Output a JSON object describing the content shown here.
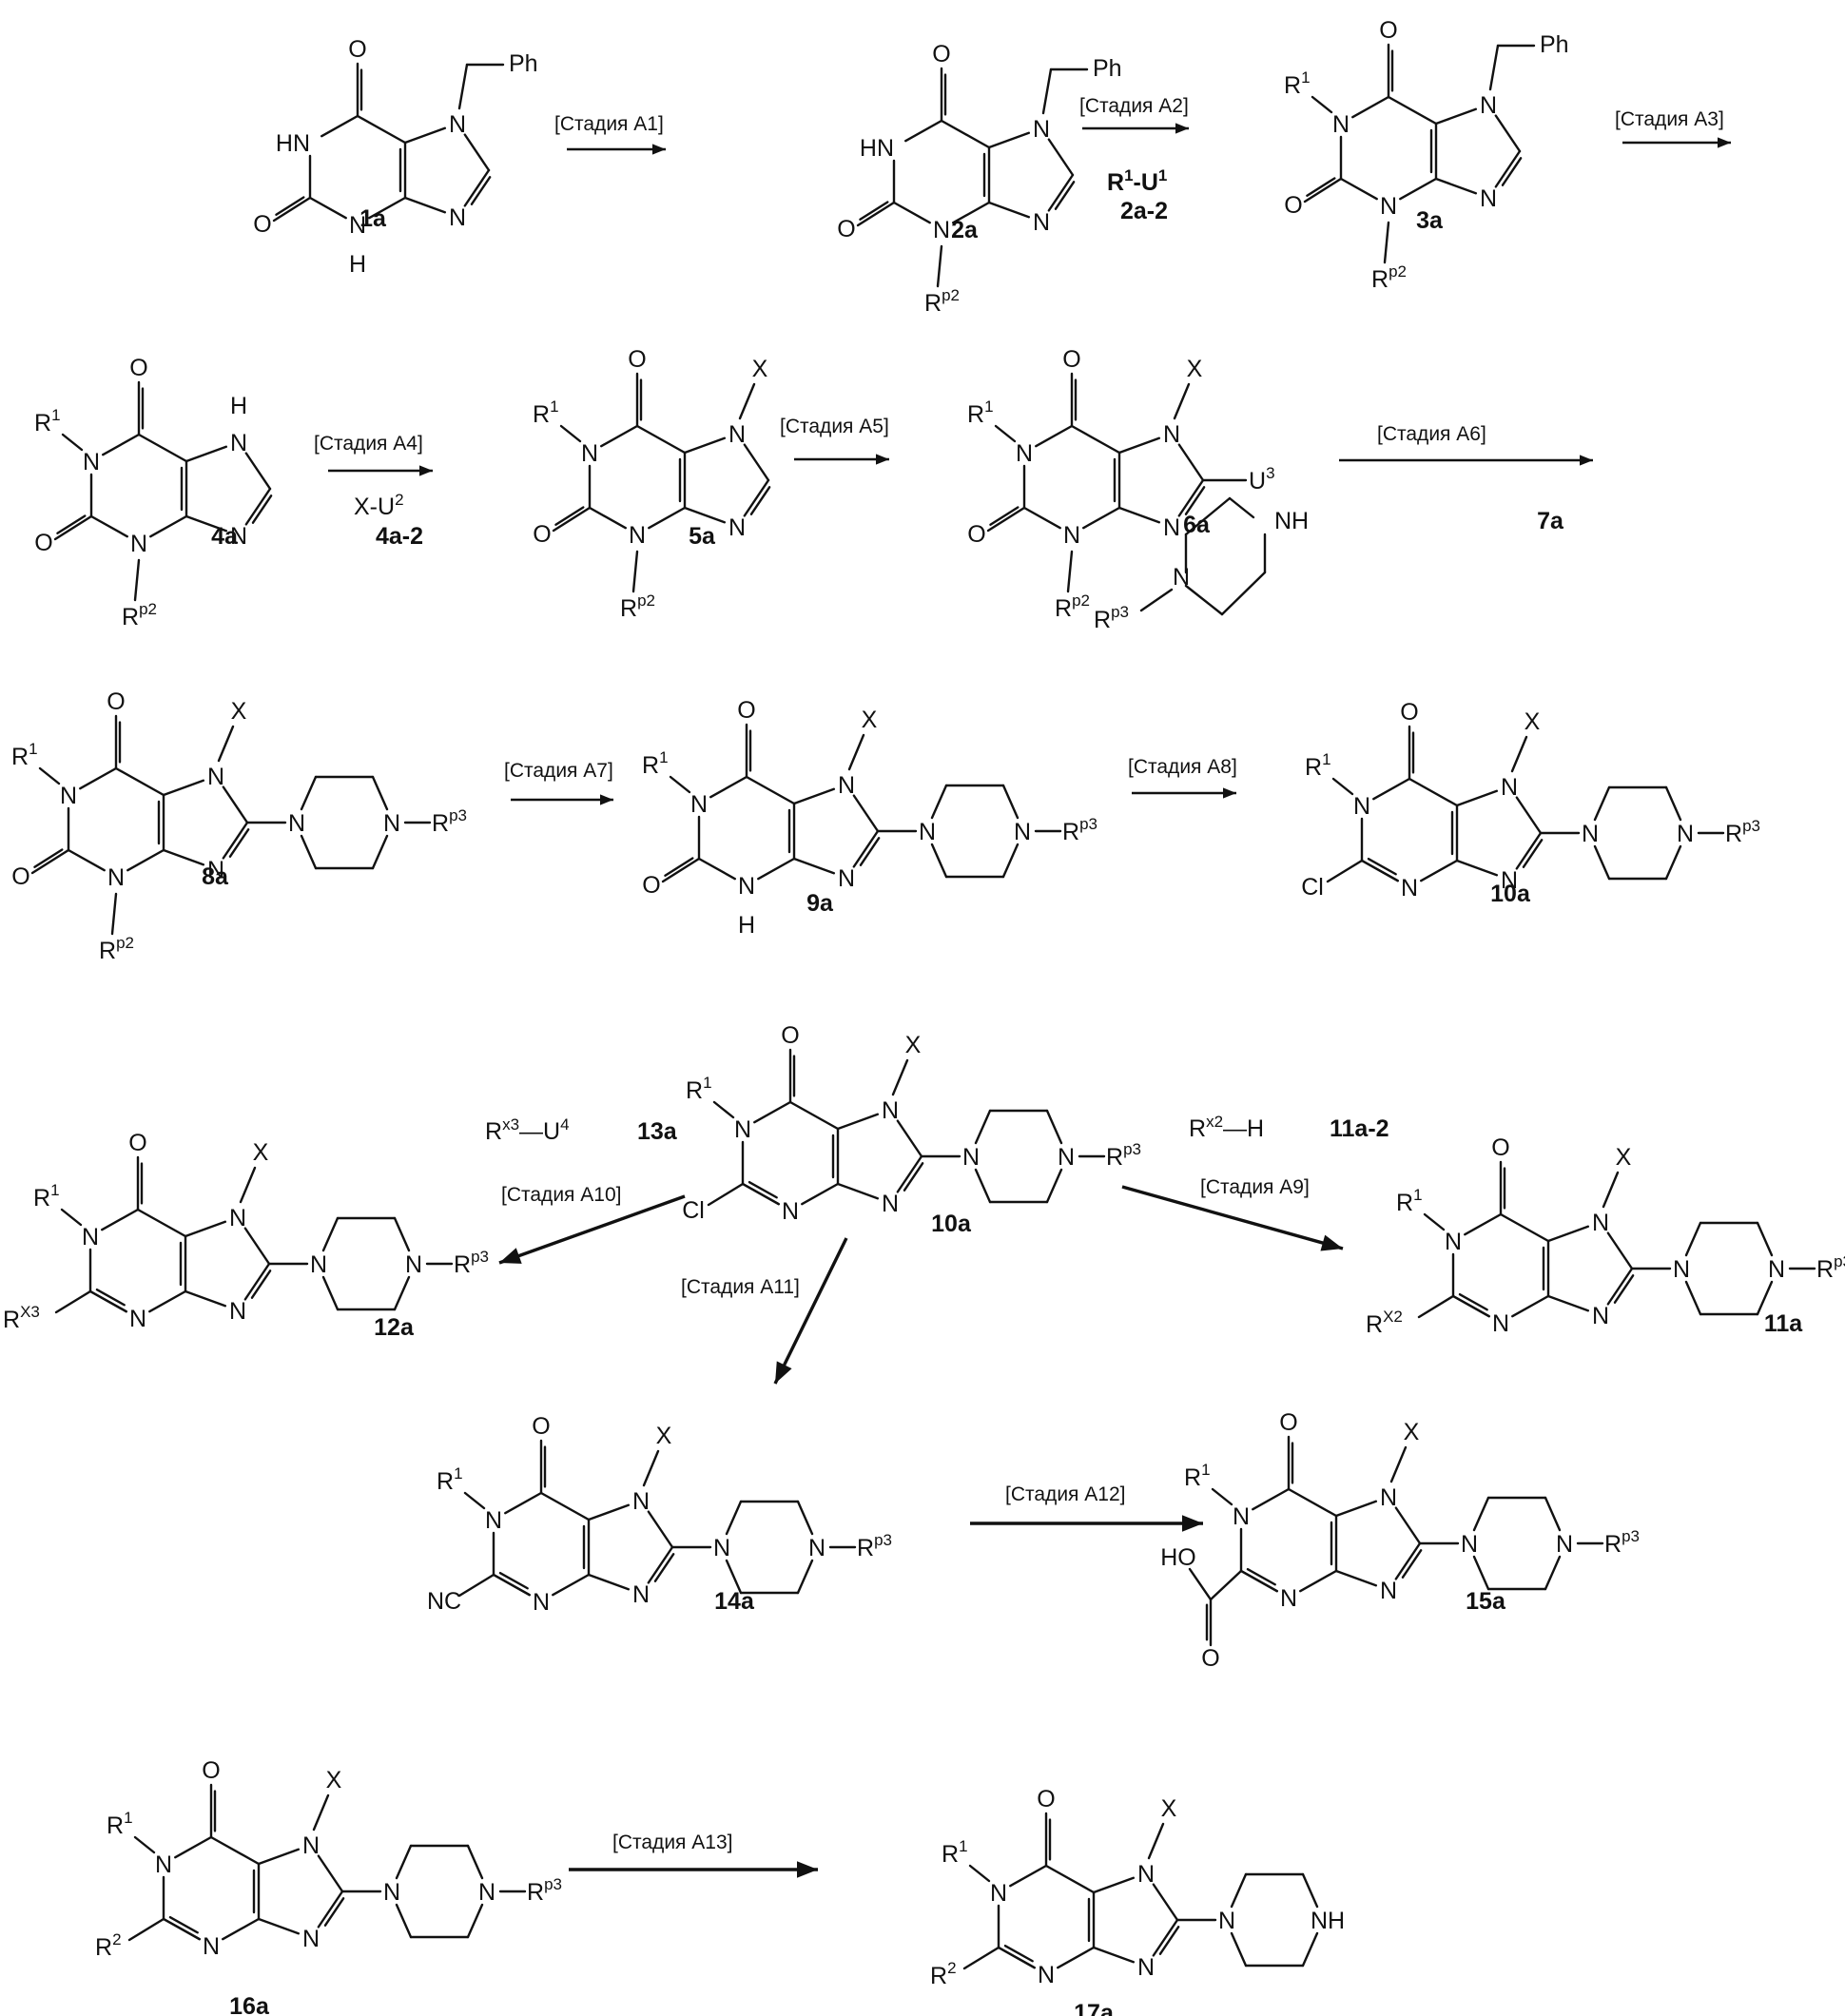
{
  "title": "Reaction scheme A (stages A1–A13)",
  "colors": {
    "ink": "#111111",
    "background": "#ffffff"
  },
  "compounds": {
    "1a": {
      "label": "1a",
      "n1": "HN",
      "n3": "H",
      "c2": "O",
      "c6": "O",
      "n7": "Ph-CH2",
      "c8": "",
      "r_left": "",
      "sub8": "none"
    },
    "2a": {
      "label": "2a",
      "n1": "HN",
      "n3": "Rp2",
      "c2": "O",
      "n7": "Ph-CH2",
      "sub8": "none"
    },
    "3a": {
      "label": "3a",
      "n1": "R1",
      "n3": "Rp2",
      "c2": "O",
      "n7": "Ph-CH2",
      "sub8": "none"
    },
    "4a": {
      "label": "4a",
      "n1": "R1",
      "n3": "Rp2",
      "c2": "O",
      "n7": "H",
      "sub8": "none"
    },
    "5a": {
      "label": "5a",
      "n1": "R1",
      "n3": "Rp2",
      "c2": "O",
      "n7": "X",
      "sub8": "none"
    },
    "6a": {
      "label": "6a",
      "n1": "R1",
      "n3": "Rp2",
      "c2": "O",
      "n7": "X",
      "sub8": "U3"
    },
    "8a": {
      "label": "8a",
      "n1": "R1",
      "n3": "Rp2",
      "c2": "O",
      "n7": "X",
      "sub8": "pip-Rp3"
    },
    "9a": {
      "label": "9a",
      "n1": "R1",
      "n3": "H",
      "c2": "O",
      "n7": "X",
      "sub8": "pip-Rp3"
    },
    "10a": {
      "label": "10a",
      "n1": "R1",
      "c2": "Cl",
      "n7": "X",
      "sub8": "pip-Rp3"
    },
    "11a": {
      "label": "11a",
      "n1": "R1",
      "c2": "Rx2",
      "n7": "X",
      "sub8": "pip-Rp3"
    },
    "12a": {
      "label": "12a",
      "n1": "R1",
      "c2": "Rx3",
      "n7": "X",
      "sub8": "pip-Rp3"
    },
    "14a": {
      "label": "14a",
      "n1": "R1",
      "c2": "NC",
      "n7": "X",
      "sub8": "pip-Rp3"
    },
    "15a": {
      "label": "15a",
      "n1": "R1",
      "c2": "COOH",
      "n7": "X",
      "sub8": "pip-Rp3"
    },
    "16a": {
      "label": "16a",
      "n1": "R1",
      "c2": "R2",
      "n7": "X",
      "sub8": "pip-Rp3"
    },
    "17a": {
      "label": "17a",
      "n1": "R1",
      "c2": "R2",
      "n7": "X",
      "sub8": "pip-NH"
    }
  },
  "atoms": {
    "O": "O",
    "N": "N",
    "HN": "HN",
    "H": "H",
    "Ph": "Ph",
    "X": "X",
    "Cl": "Cl",
    "NC": "NC",
    "HO": "HO",
    "NH": "NH",
    "R": "R",
    "sup_1": "1",
    "sup_2": "2",
    "sup_3": "3",
    "sup_p2": "p2",
    "sup_p3": "p3",
    "sup_x2": "X2",
    "sup_x3": "X3",
    "U": "U"
  },
  "stages": {
    "A1": "[Стадия A1]",
    "A2": "[Стадия A2]",
    "A3": "[Стадия A3]",
    "A4": "[Стадия A4]",
    "A5": "[Стадия A5]",
    "A6": "[Стадия A6]",
    "A7": "[Стадия A7]",
    "A8": "[Стадия A8]",
    "A9": "[Стадия A9]",
    "A10": "[Стадия A10]",
    "A11": "[Стадия A11]",
    "A12": "[Стадия A12]",
    "A13": "[Стадия A13]"
  },
  "reagents": {
    "r2a2": {
      "formula_main": "R",
      "sup1": "1",
      "dash": "-U",
      "sup2": "1",
      "label": "2a-2"
    },
    "r4a2": {
      "formula_main": "X-U",
      "sup": "2",
      "label": "4a-2"
    },
    "r7a": {
      "nh": "NH",
      "n": "N",
      "r": "R",
      "sup": "p3",
      "label": "7a"
    },
    "r13a": {
      "r": "R",
      "sup": "x3",
      "tail": "—U",
      "sup2": "4",
      "label": "13a"
    },
    "r11a2": {
      "r": "R",
      "sup": "x2",
      "tail": "—H",
      "label": "11a-2"
    }
  }
}
